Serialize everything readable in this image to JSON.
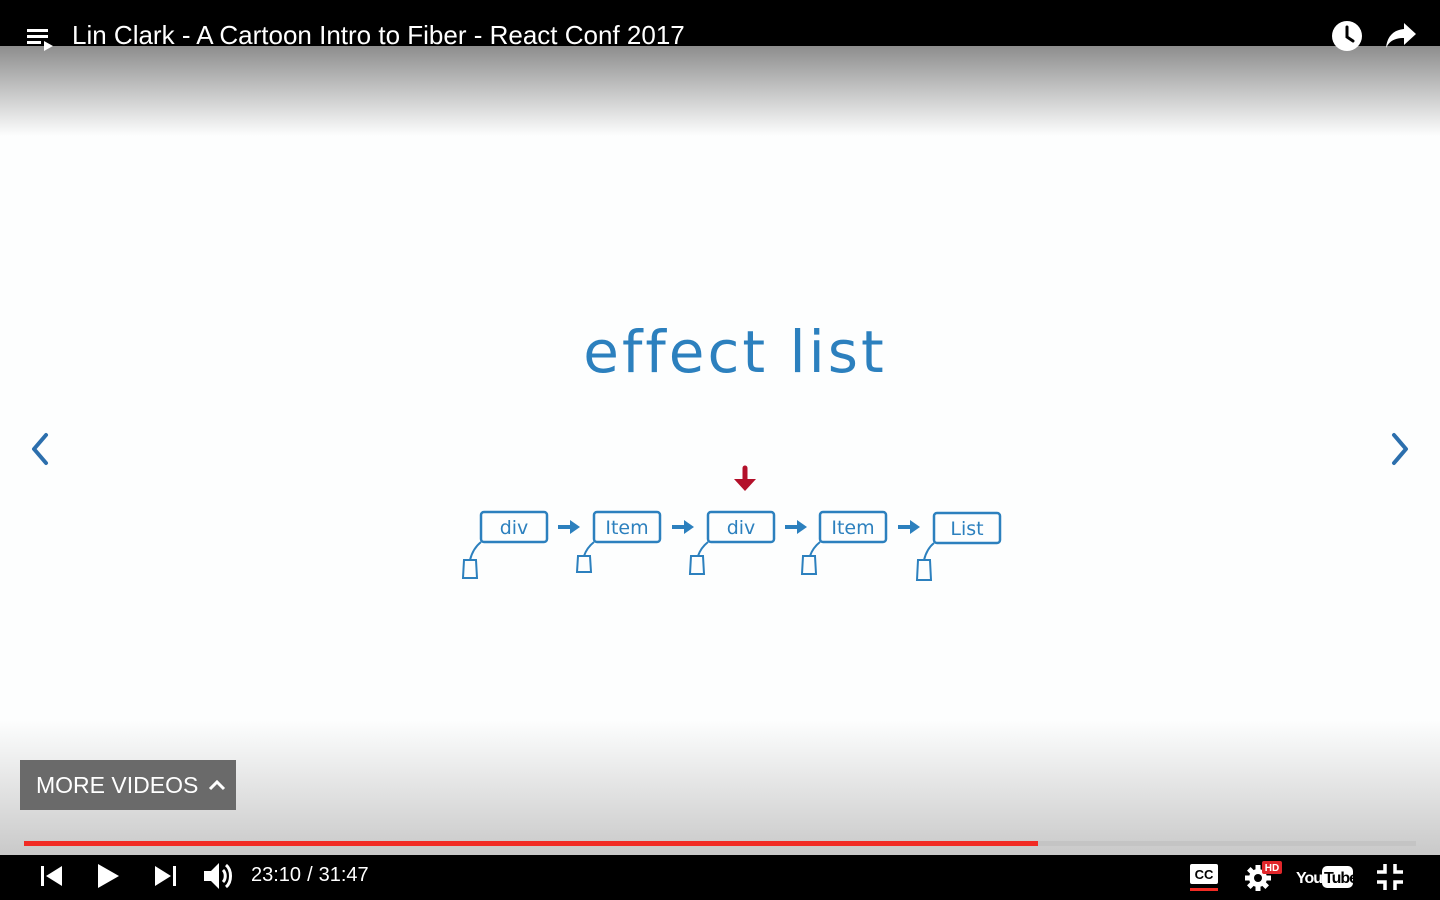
{
  "video": {
    "title": "Lin Clark - A Cartoon Intro to Fiber - React Conf 2017",
    "slide": {
      "heading": "effect list",
      "nodes": [
        "div",
        "Item",
        "div",
        "Item",
        "List"
      ],
      "current_node_index": 2
    }
  },
  "more_videos": {
    "label": "MORE VIDEOS"
  },
  "player": {
    "current_time": "23:10",
    "separator": "/",
    "duration": "31:47",
    "progress_fraction": 0.7282,
    "logo_text": "YouTube",
    "hd_badge": "HD"
  },
  "colors": {
    "accent_red": "#f12b24",
    "slide_blue": "#2c80be",
    "arrow_red": "#b3102a"
  },
  "icons": [
    "playlist-icon",
    "watch-later-icon",
    "share-icon",
    "prev-slide-icon",
    "next-slide-icon",
    "chevron-up-icon",
    "previous-video-icon",
    "play-icon",
    "next-video-icon",
    "volume-icon",
    "captions-icon",
    "settings-icon",
    "exit-fullscreen-icon"
  ]
}
